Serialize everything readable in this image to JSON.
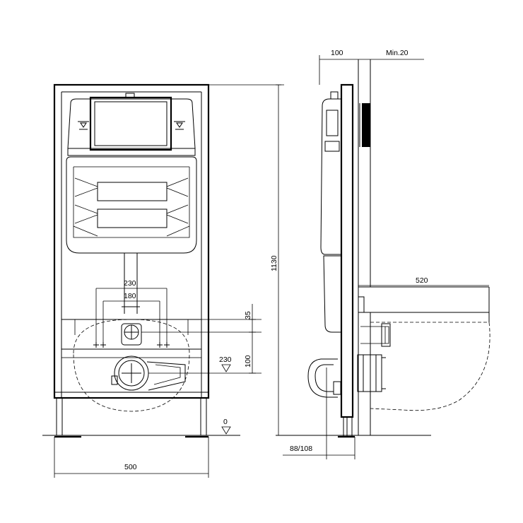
{
  "colors": {
    "line": "#000000",
    "background": "#ffffff"
  },
  "front_view": {
    "dim_height": "1130",
    "dim_width": "500",
    "dim_inlet_spacing_outer": "230",
    "dim_inlet_spacing_inner": "180",
    "dim_supply_offset": "35",
    "dim_drain_offset": "100",
    "dim_drain_height": "230",
    "floor_level": "0"
  },
  "side_view": {
    "dim_frame_depth": "100",
    "dim_wall_min": "Min.20",
    "dim_bowl_projection": "520",
    "dim_outlet_diameter": "88/108"
  }
}
